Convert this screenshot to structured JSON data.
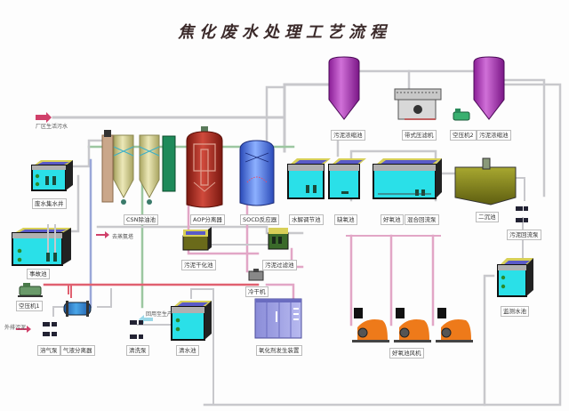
{
  "title": "焦化废水处理工艺流程",
  "inlet_note": "厂区生活污水",
  "outlet_note_1": "回用至生产",
  "outlet_note_2": "去蒸氨塔",
  "outlet_note_3": "外排污泥",
  "units": {
    "raw_tank": "废水集水井",
    "accident_tank": "事故池",
    "air_comp_1": "空压机1",
    "dissolved_air_pump": "溶气泵",
    "gas_liquid_sep": "气液分离器",
    "csn_tank": "CSN除油池",
    "aop": "AOP分离器",
    "socd": "SOCD反应器",
    "sludge_dry": "污泥干化池",
    "sludge_filter": "污泥过滤池",
    "chiller": "冷干机",
    "ozone_gen": "氧化剂发生装置",
    "wash_pump": "清洗泵",
    "clear_tank": "清水池",
    "hydrolysis": "水解调节池",
    "anoxic": "缺氧池",
    "aerobic": "好氧池",
    "mix_return_pump": "混合回流泵",
    "aerobic_blower": "好氧池风机",
    "secondary_clar": "二沉池",
    "sludge_return_pump": "污泥回流泵",
    "monitor_tank": "监测水池",
    "thickener_a": "污泥浓缩池",
    "thickener_b": "污泥浓缩池",
    "belt_press": "带式压滤机",
    "air_comp_2": "空压机2"
  },
  "colors": {
    "pipe_gray": "#c8c8cc",
    "pipe_pink": "#e2a6c6",
    "pipe_red": "#e06070",
    "pipe_green": "#9cc7a0",
    "pipe_blue": "#9aa7d8",
    "water": "#28e0e8",
    "sludge_tank": "#b43cc0",
    "aop_red": "#b83028",
    "socd_blue": "#4a7ae8",
    "csn_tan": "#d6d29a",
    "blower_orange": "#ee7a1a",
    "clarifier_olive": "#8a8a1c"
  }
}
